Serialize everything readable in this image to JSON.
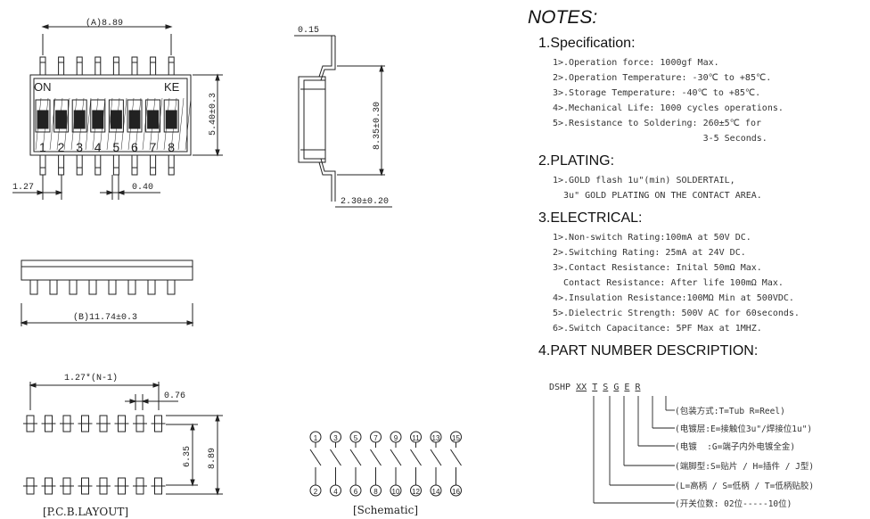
{
  "dims": {
    "a": "(A)8.89",
    "pitch": "1.27",
    "pin_w": "0.40",
    "h1": "5.40±0.3",
    "lead_t": "0.15",
    "h2": "8.35±0.30",
    "depth": "2.30±0.20",
    "b": "(B)11.74±0.3",
    "pcb_span": "1.27*(N-1)",
    "pad": "0.76",
    "pcb_h1": "6.35",
    "pcb_h2": "8.89"
  },
  "switch_labels": {
    "on": "ON",
    "ke": "KE",
    "digits": [
      "1",
      "2",
      "3",
      "4",
      "5",
      "6",
      "7",
      "8"
    ]
  },
  "pin_numbers": {
    "top": [
      "1",
      "3",
      "5",
      "7",
      "9",
      "11",
      "13",
      "15"
    ],
    "bottom": [
      "2",
      "4",
      "6",
      "8",
      "10",
      "12",
      "14",
      "16"
    ]
  },
  "captions": {
    "pcb": "[P.C.B.LAYOUT]",
    "schematic": "[Schematic]"
  },
  "notes": {
    "title": "NOTES:",
    "sections": [
      {
        "heading": "1.Specification:",
        "lines": [
          "1>.Operation force: 1000gf Max.",
          "2>.Operation Temperature: -30℃ to +85℃.",
          "3>.Storage Temperature: -40℃ to +85℃.",
          "4>.Mechanical Life: 1000 cycles operations.",
          "5>.Resistance to Soldering: 260±5℃ for",
          "                            3-5 Seconds."
        ]
      },
      {
        "heading": "2.PLATING:",
        "lines": [
          "1>.GOLD flash 1u\"(min) SOLDERTAIL,",
          "  3u\" GOLD PLATING ON THE CONTACT AREA."
        ]
      },
      {
        "heading": "3.ELECTRICAL:",
        "lines": [
          "1>.Non-switch Rating:100mA at 50V DC.",
          "2>.Switching Rating: 25mA at 24V DC.",
          "3>.Contact Resistance: Inital 50mΩ Max.",
          "  Contact Resistance: After life 100mΩ Max.",
          "4>.Insulation Resistance:100MΩ Min at 500VDC.",
          "5>.Dielectric Strength: 500V AC for 60seconds.",
          "6>.Switch Capacitance: 5PF Max at 1MHZ."
        ]
      },
      {
        "heading": "4.PART NUMBER DESCRIPTION:",
        "lines": []
      }
    ]
  },
  "part_number": {
    "prefix": "DSHP",
    "codes": [
      "XX",
      "T",
      "S",
      "G",
      "E",
      "R"
    ],
    "descriptions": [
      "(包装方式:T=Tub R=Reel)",
      "(电镀层:E=接触位3u\"/焊接位1u\")",
      "(电镀  :G=端子内外电镀全金)",
      "(端脚型:S=贴片 / H=插件 / J型)",
      "(L=高柄 / S=低柄 / T=低柄贴胶)",
      "(开关位数: 02位-----10位)"
    ]
  }
}
